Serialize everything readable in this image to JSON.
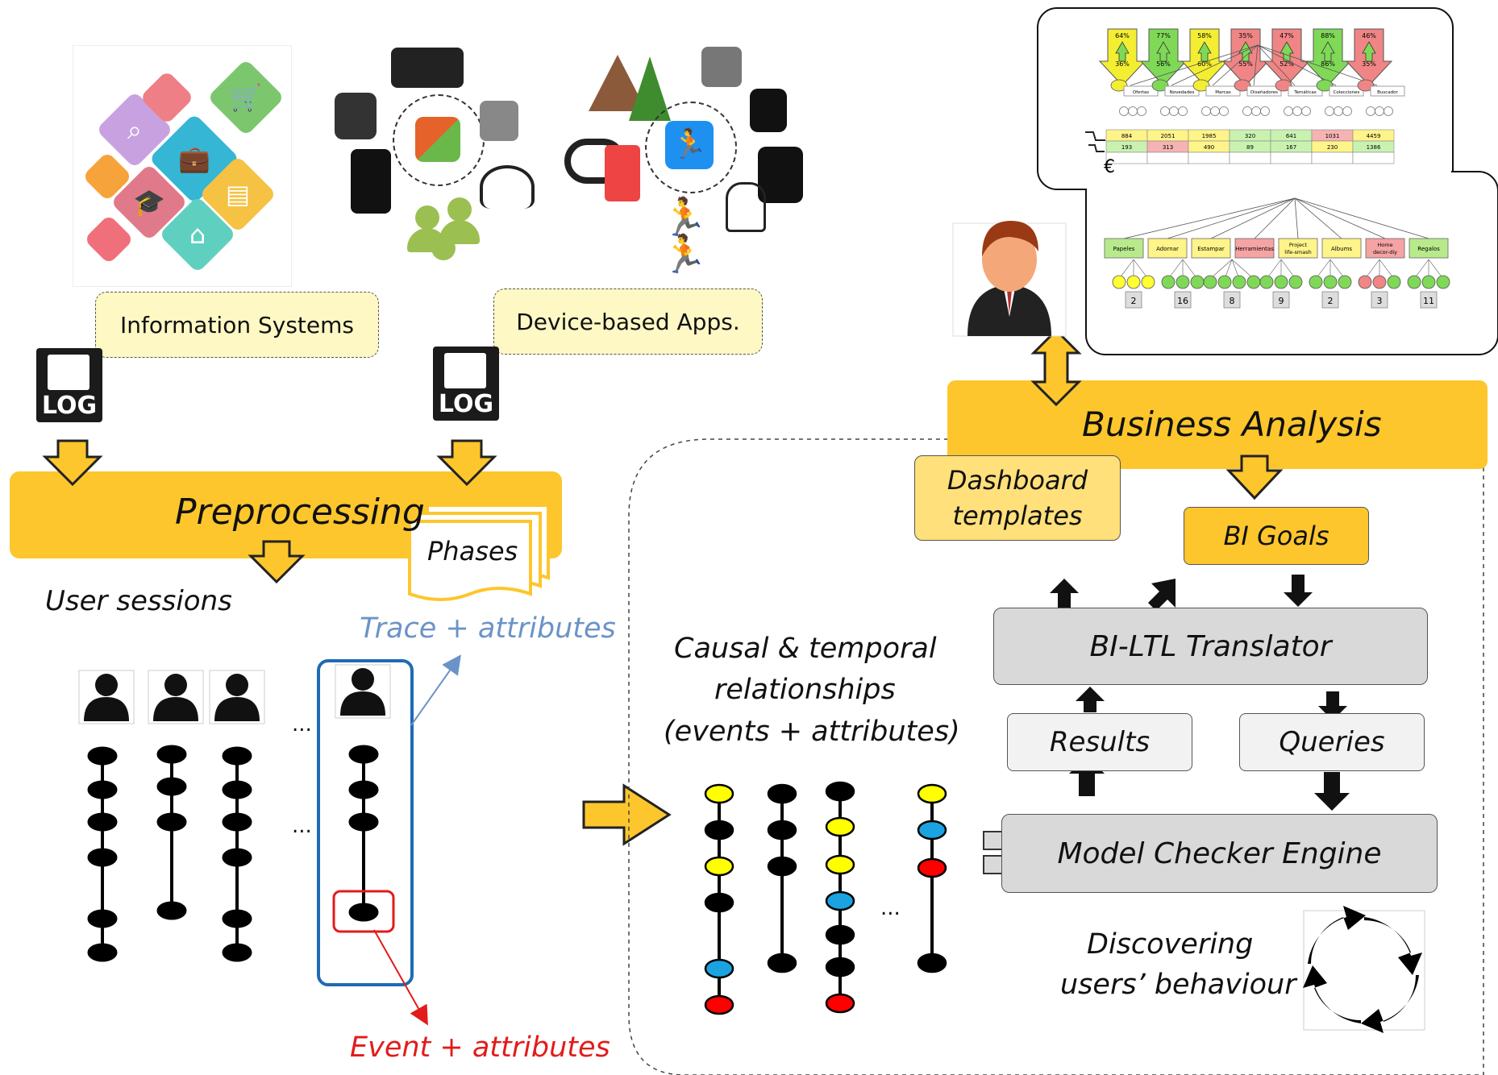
{
  "sources": {
    "info_systems": "Information Systems",
    "device_apps": "Device-based Apps."
  },
  "log_label": "LOG",
  "preprocessing": {
    "title": "Preprocessing",
    "phases": "Phases",
    "user_sessions": "User sessions",
    "trace_attr": "Trace + attributes",
    "event_attr": "Event + attributes",
    "ellipsis": "..."
  },
  "relationships": {
    "line1": "Causal & temporal",
    "line2": "relationships",
    "line3": "(events + attributes)"
  },
  "business": {
    "title": "Business Analysis",
    "dashboard_line1": "Dashboard",
    "dashboard_line2": "templates",
    "bi_goals": "BI Goals",
    "translator": "BI-LTL Translator",
    "results": "Results",
    "queries": "Queries",
    "engine": "Model Checker Engine",
    "discover_line1": "Discovering",
    "discover_line2": "users’ behaviour"
  },
  "dashboard_top": {
    "percent_top": [
      "64%",
      "77%",
      "58%",
      "35%",
      "47%",
      "88%",
      "46%"
    ],
    "percent_bottom": [
      "36%",
      "56%",
      "60%",
      "55%",
      "52%",
      "86%",
      "35%"
    ],
    "arrow_colors": [
      "#f4ee33",
      "#7fd957",
      "#f4ee33",
      "#f08585",
      "#f08585",
      "#7fd957",
      "#f08585"
    ],
    "categories": [
      "Ofertas",
      "Novedades",
      "Marcas",
      "Diseñadores",
      "Temáticas",
      "Colecciones",
      "Buscador"
    ],
    "row1": [
      "884",
      "2051",
      "1985",
      "320",
      "641",
      "1031",
      "4459"
    ],
    "row2": [
      "193",
      "313",
      "490",
      "89",
      "167",
      "230",
      "1386"
    ],
    "row1_colors": [
      "#fff48a",
      "#fff48a",
      "#fff48a",
      "#c9f2b0",
      "#c9f2b0",
      "#f6b3b3",
      "#fff48a"
    ],
    "row2_colors": [
      "#c9f2b0",
      "#f6b3b3",
      "#fff48a",
      "#c9f2b0",
      "#c9f2b0",
      "#fff48a",
      "#c9f2b0"
    ],
    "euro": "€"
  },
  "dashboard_bottom": {
    "categories": [
      "Papeles",
      "Adornar",
      "Estampar",
      "Herramientas",
      "Project life-smash",
      "Albums",
      "Home decor-diy",
      "Regalos"
    ],
    "cat_colors": [
      "#b8ea8c",
      "#fff48a",
      "#fff48a",
      "#f6a3a3",
      "#fff48a",
      "#fff48a",
      "#f6a3a3",
      "#b8ea8c"
    ],
    "counts": [
      "2",
      "16",
      "8",
      "9",
      "2",
      "3",
      "11"
    ]
  },
  "icons": {
    "tile_icons": [
      "search-icon",
      "cube-icon",
      "briefcase-icon",
      "cart-icon",
      "music-icon",
      "graduation-icon",
      "news-icon",
      "film-icon",
      "home-icon"
    ],
    "tile_colors": [
      "#c8a2e0",
      "#ef7f86",
      "#35b6d5",
      "#7cc66e",
      "#f7a33b",
      "#e07a8a",
      "#f5c244",
      "#ef6f7a",
      "#5fd0c0"
    ]
  },
  "colors": {
    "accent_yellow": "#fdc62d",
    "trace_blue": "#6b93c7",
    "event_red": "#e31b1b",
    "grey_box": "#d9d9d9"
  }
}
